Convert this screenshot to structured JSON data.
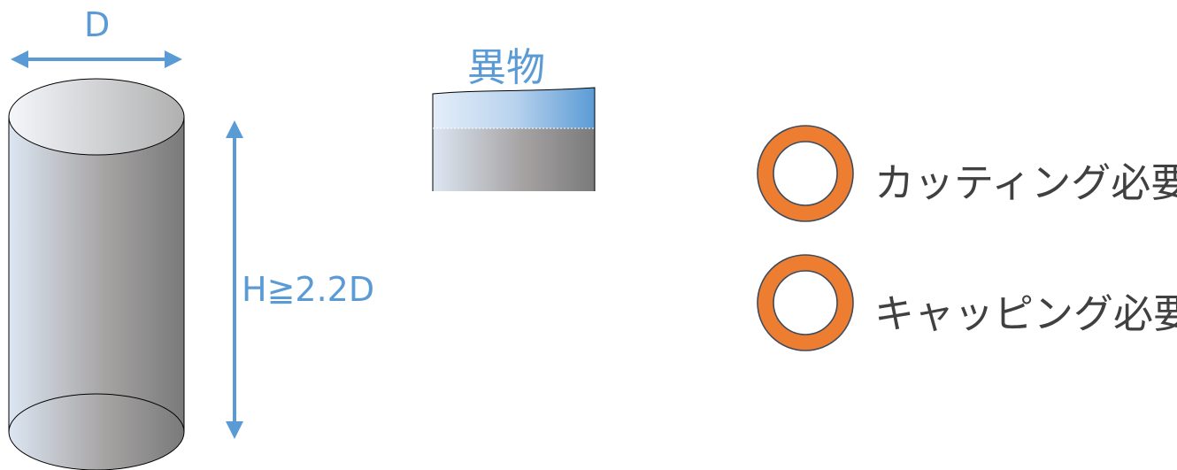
{
  "labels": {
    "diameter": "D",
    "height": "H≧2.2D",
    "foreign_matter": "異物",
    "cutting_required": "カッティング必要",
    "capping_required": "キャッピング必要"
  },
  "colors": {
    "arrow": "#5b9bd5",
    "ring": "#ed7d31",
    "ring_outline": "#3d4a5c",
    "text": "#404040",
    "cylinder_light": "#dce6f2",
    "cylinder_mid": "#a6a6a6",
    "cylinder_dark": "#7f7f7f",
    "foreign_light": "#dce9f7",
    "foreign_dark": "#5b9bd5"
  },
  "icons": {
    "ring": "circle-ring-icon"
  }
}
